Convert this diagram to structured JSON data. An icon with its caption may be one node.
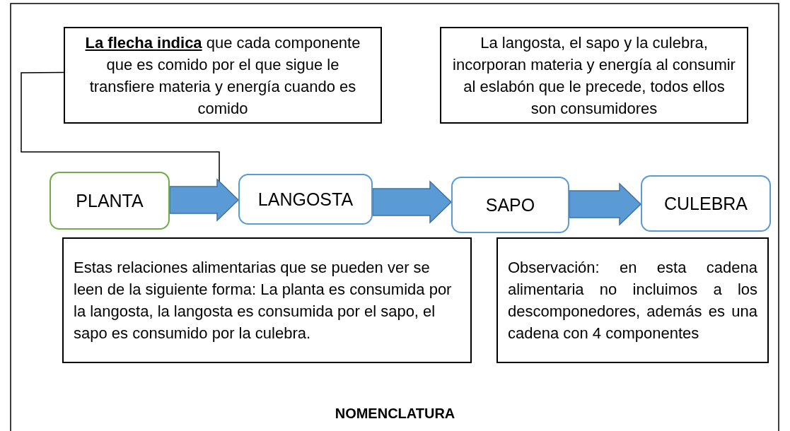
{
  "diagram": {
    "caption": "NOMENCLATURA",
    "nodes": [
      {
        "text": [
          "**La flecha indica** que cada componente que es comido por el que sigue le transfiere materia y energía cuando es comido"
        ]
      },
      {
        "text": [
          "La langosta, el sapo y la culebra, incorporan materia y energía al consumir al eslabón que le precede, todos ellos son consumidores"
        ]
      },
      {
        "text": [
          "PLANTA"
        ]
      },
      {
        "text": [
          "LANGOSTA"
        ]
      },
      {
        "text": [
          "SAPO"
        ]
      },
      {
        "text": [
          "CULEBRA"
        ]
      },
      {
        "text": [
          "Estas relaciones alimentarias que se pueden ver se leen de la siguiente forma: La planta es consumida por la langosta, la langosta es consumida por el sapo, el sapo es consumido por la culebra."
        ]
      },
      {
        "text": [
          "Observación: en esta cadena alimentaria no incluimos a los descomponedores, además es una cadena con 4 componentes"
        ]
      }
    ],
    "edges": [
      {
        "from": 2,
        "to": 3,
        "arrow": "to",
        "style": "thick"
      },
      {
        "from": 3,
        "to": 4,
        "arrow": "to",
        "style": "thick"
      },
      {
        "from": 4,
        "to": 5,
        "arrow": "to",
        "style": "thick"
      },
      {
        "from": 0,
        "to": null,
        "arrow": "none"
      }
    ]
  }
}
